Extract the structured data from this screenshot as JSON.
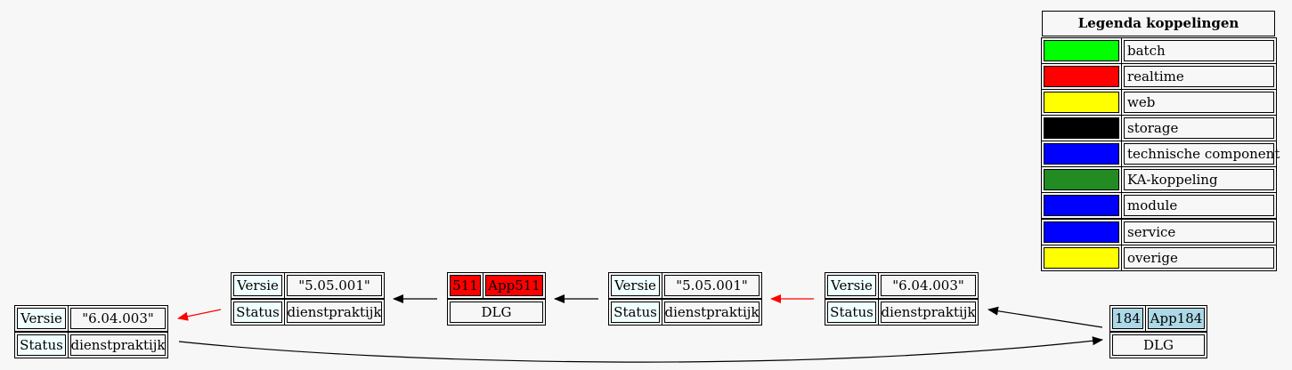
{
  "legend": {
    "title": "Legenda koppelingen",
    "items": [
      {
        "label": "batch",
        "color": "#00ff00"
      },
      {
        "label": "realtime",
        "color": "#ff0000"
      },
      {
        "label": "web",
        "color": "#ffff00"
      },
      {
        "label": "storage",
        "color": "#000000"
      },
      {
        "label": "technische component",
        "color": "#0000ff"
      },
      {
        "label": "KA-koppeling",
        "color": "#228b22"
      },
      {
        "label": "module",
        "color": "#0000ff"
      },
      {
        "label": "service",
        "color": "#0000ff"
      },
      {
        "label": "overige",
        "color": "#ffff00"
      }
    ]
  },
  "nodes": {
    "app184": {
      "id": "184",
      "name": "App184",
      "type": "DLG",
      "color": "#add8e6"
    },
    "app511": {
      "id": "511",
      "name": "App511",
      "type": "DLG",
      "color": "#ff0000"
    },
    "iface_a": {
      "versie_key": "Versie",
      "versie": "\"6.04.003\"",
      "status_key": "Status",
      "status": "dienstpraktijk"
    },
    "iface_b": {
      "versie_key": "Versie",
      "versie": "\"5.05.001\"",
      "status_key": "Status",
      "status": "dienstpraktijk"
    },
    "iface_c": {
      "versie_key": "Versie",
      "versie": "\"5.05.001\"",
      "status_key": "Status",
      "status": "dienstpraktijk"
    },
    "iface_d": {
      "versie_key": "Versie",
      "versie": "\"6.04.003\"",
      "status_key": "Status",
      "status": "dienstpraktijk"
    }
  },
  "edges": [
    {
      "from": "app184",
      "to": "iface_d",
      "color": "#000000"
    },
    {
      "from": "iface_d",
      "to": "iface_c",
      "color": "#ff0000"
    },
    {
      "from": "iface_c",
      "to": "app511",
      "color": "#000000"
    },
    {
      "from": "app511",
      "to": "iface_b",
      "color": "#000000"
    },
    {
      "from": "iface_b",
      "to": "iface_a",
      "color": "#ff0000"
    },
    {
      "from": "iface_a",
      "to": "app184",
      "color": "#000000"
    }
  ]
}
